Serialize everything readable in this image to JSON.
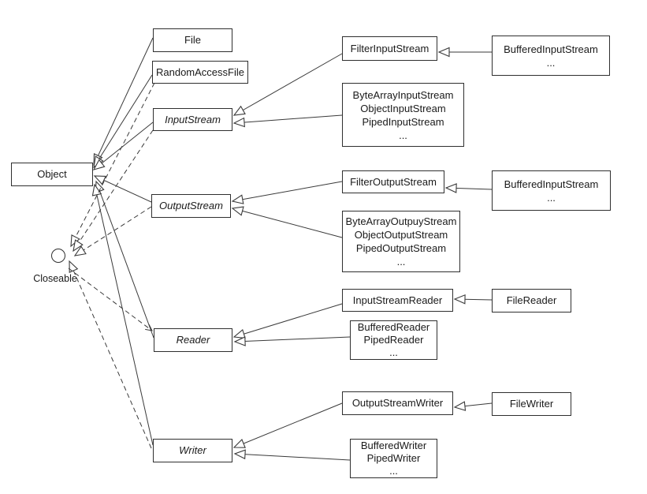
{
  "diagram": {
    "kind": "uml-class-diagram",
    "background_color": "#ffffff",
    "line_color": "#3a3a3a",
    "box_border_color": "#2f2f2f",
    "nodes": {
      "object": {
        "label": "Object"
      },
      "closeable": {
        "label": "Closeable",
        "kind": "interface-circle"
      },
      "file": {
        "label": "File"
      },
      "random_access_file": {
        "label": "RandomAccessFile"
      },
      "input_stream": {
        "label": "InputStream",
        "abstract": true
      },
      "output_stream": {
        "label": "OutputStream",
        "abstract": true
      },
      "reader": {
        "label": "Reader",
        "abstract": true
      },
      "writer": {
        "label": "Writer",
        "abstract": true
      },
      "filter_input_stream": {
        "label": "FilterInputStream"
      },
      "buffered_input_stream_1": {
        "lines": [
          "BufferedInputStream",
          "..."
        ]
      },
      "input_stream_group": {
        "lines": [
          "ByteArrayInputStream",
          "ObjectInputStream",
          "PipedInputStream",
          "..."
        ]
      },
      "filter_output_stream": {
        "label": "FilterOutputStream"
      },
      "buffered_input_stream_2": {
        "lines": [
          "BufferedInputStream",
          "..."
        ]
      },
      "output_stream_group": {
        "lines": [
          "ByteArrayOutpuyStream",
          "ObjectOutputStream",
          "PipedOutputStream",
          "..."
        ]
      },
      "input_stream_reader": {
        "label": "InputStreamReader"
      },
      "file_reader": {
        "label": "FileReader"
      },
      "reader_group": {
        "lines": [
          "BufferedReader",
          "PipedReader",
          "..."
        ]
      },
      "output_stream_writer": {
        "label": "OutputStreamWriter"
      },
      "file_writer": {
        "label": "FileWriter"
      },
      "writer_group": {
        "lines": [
          "BufferedWriter",
          "PipedWriter",
          "..."
        ]
      }
    },
    "edges": [
      {
        "from": "file",
        "to": "object",
        "line": "solid",
        "head": "triangle"
      },
      {
        "from": "random_access_file",
        "to": "object",
        "line": "solid",
        "head": "triangle"
      },
      {
        "from": "input_stream",
        "to": "object",
        "line": "solid",
        "head": "triangle"
      },
      {
        "from": "output_stream",
        "to": "object",
        "line": "solid",
        "head": "triangle"
      },
      {
        "from": "reader",
        "to": "object",
        "line": "solid",
        "head": "triangle"
      },
      {
        "from": "writer",
        "to": "object",
        "line": "solid",
        "head": "triangle"
      },
      {
        "from": "filter_input_stream",
        "to": "input_stream",
        "line": "solid",
        "head": "triangle"
      },
      {
        "from": "input_stream_group",
        "to": "input_stream",
        "line": "solid",
        "head": "triangle"
      },
      {
        "from": "buffered_input_stream_1",
        "to": "filter_input_stream",
        "line": "solid",
        "head": "triangle"
      },
      {
        "from": "filter_output_stream",
        "to": "output_stream",
        "line": "solid",
        "head": "triangle"
      },
      {
        "from": "output_stream_group",
        "to": "output_stream",
        "line": "solid",
        "head": "triangle"
      },
      {
        "from": "buffered_input_stream_2",
        "to": "filter_output_stream",
        "line": "solid",
        "head": "triangle"
      },
      {
        "from": "input_stream_reader",
        "to": "reader",
        "line": "solid",
        "head": "triangle"
      },
      {
        "from": "reader_group",
        "to": "reader",
        "line": "solid",
        "head": "triangle"
      },
      {
        "from": "file_reader",
        "to": "input_stream_reader",
        "line": "solid",
        "head": "triangle"
      },
      {
        "from": "output_stream_writer",
        "to": "writer",
        "line": "solid",
        "head": "triangle"
      },
      {
        "from": "writer_group",
        "to": "writer",
        "line": "solid",
        "head": "triangle"
      },
      {
        "from": "file_writer",
        "to": "output_stream_writer",
        "line": "solid",
        "head": "triangle"
      },
      {
        "from": "random_access_file",
        "to": "closeable",
        "line": "dashed",
        "head": "triangle"
      },
      {
        "from": "input_stream",
        "to": "closeable",
        "line": "dashed",
        "head": "triangle"
      },
      {
        "from": "output_stream",
        "to": "closeable",
        "line": "dashed",
        "head": "triangle"
      },
      {
        "from": "writer",
        "to": "closeable",
        "line": "dashed",
        "head": "triangle"
      },
      {
        "from": "closeable",
        "to": "reader",
        "line": "dashed",
        "head": "open"
      }
    ]
  }
}
